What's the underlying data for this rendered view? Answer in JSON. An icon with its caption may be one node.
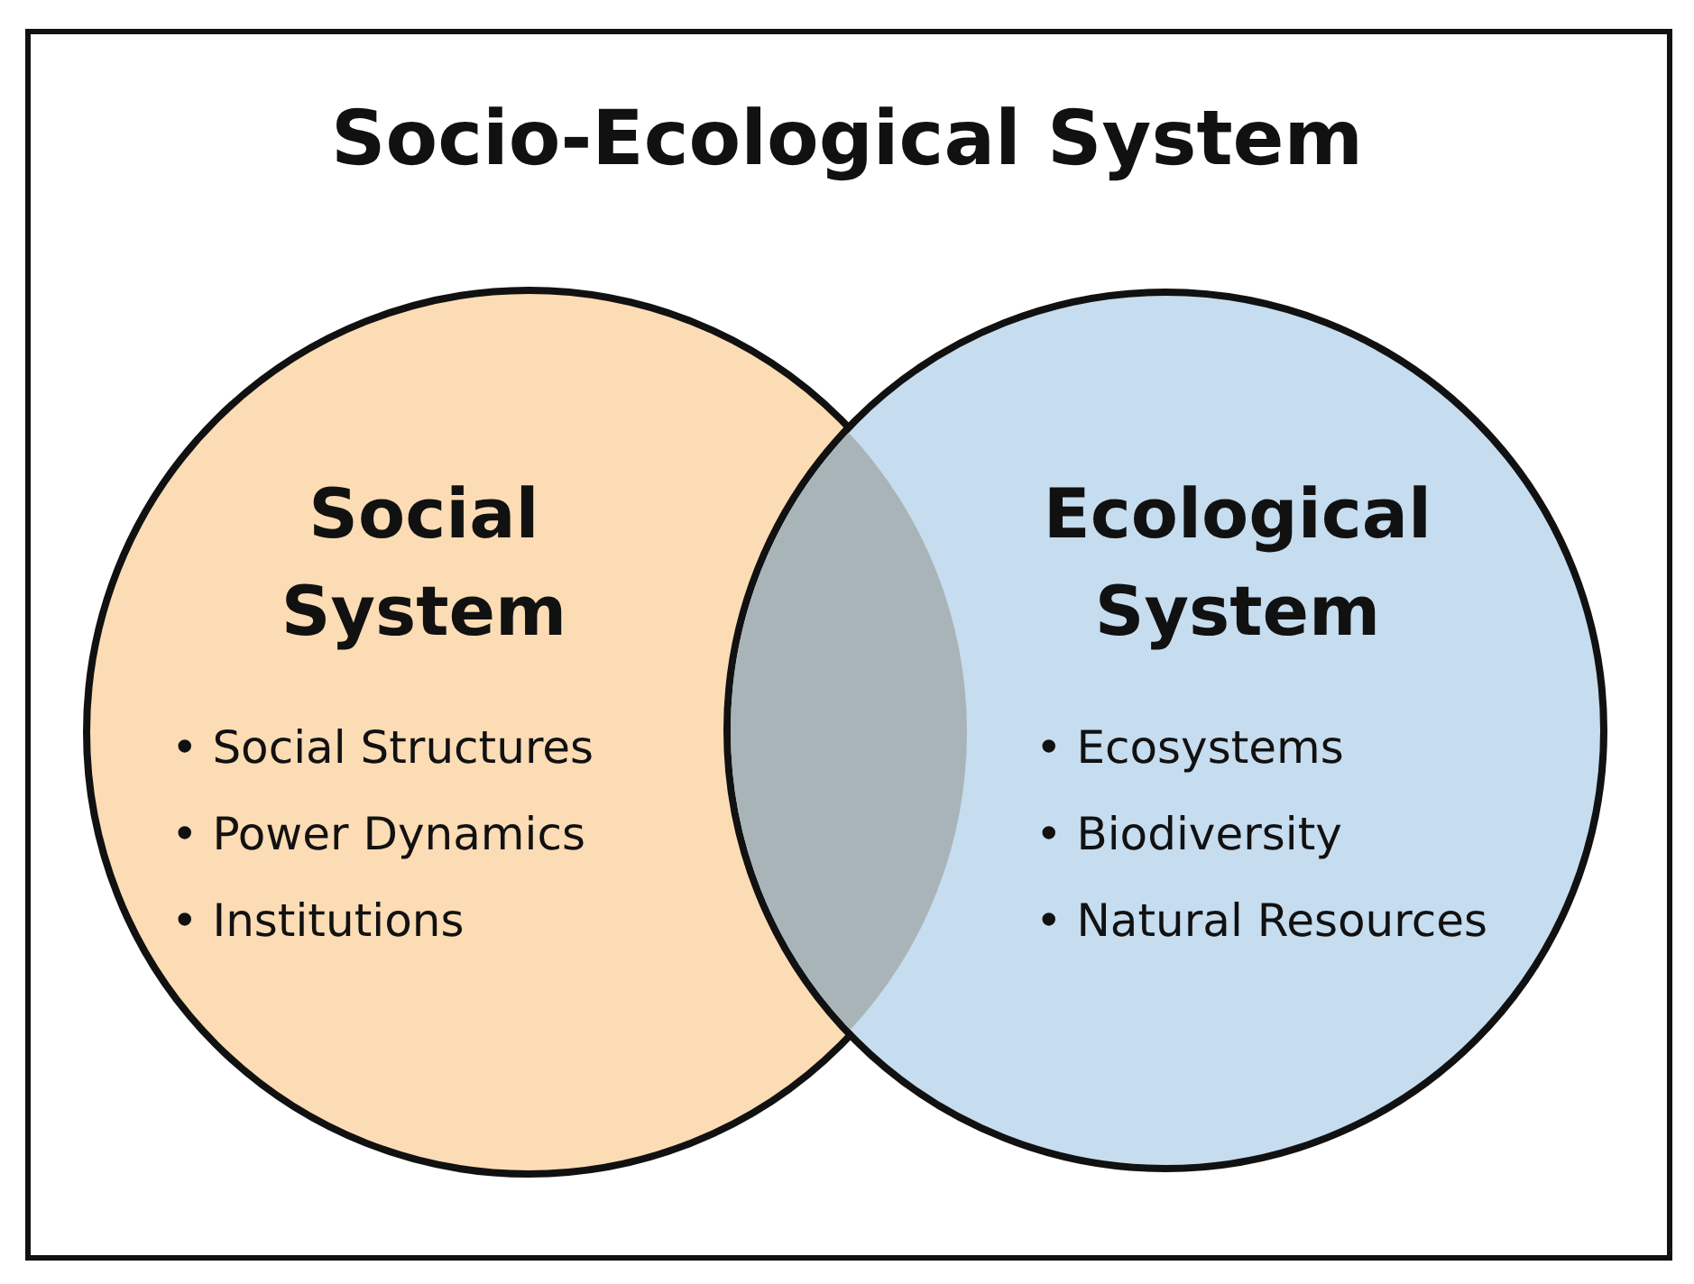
{
  "diagram": {
    "title": "Socio-Ecological System",
    "nodes": [
      {
        "text": [
          "Social System",
          "• Social Structures",
          "• Power Dynamics",
          "• Institutions"
        ]
      },
      {
        "text": [
          "Ecological System",
          "• Ecosystems",
          "• Biodiversity",
          "• Natural Resources"
        ]
      },
      {
        "text": [],
        "shape": "lens"
      }
    ],
    "edges": []
  }
}
